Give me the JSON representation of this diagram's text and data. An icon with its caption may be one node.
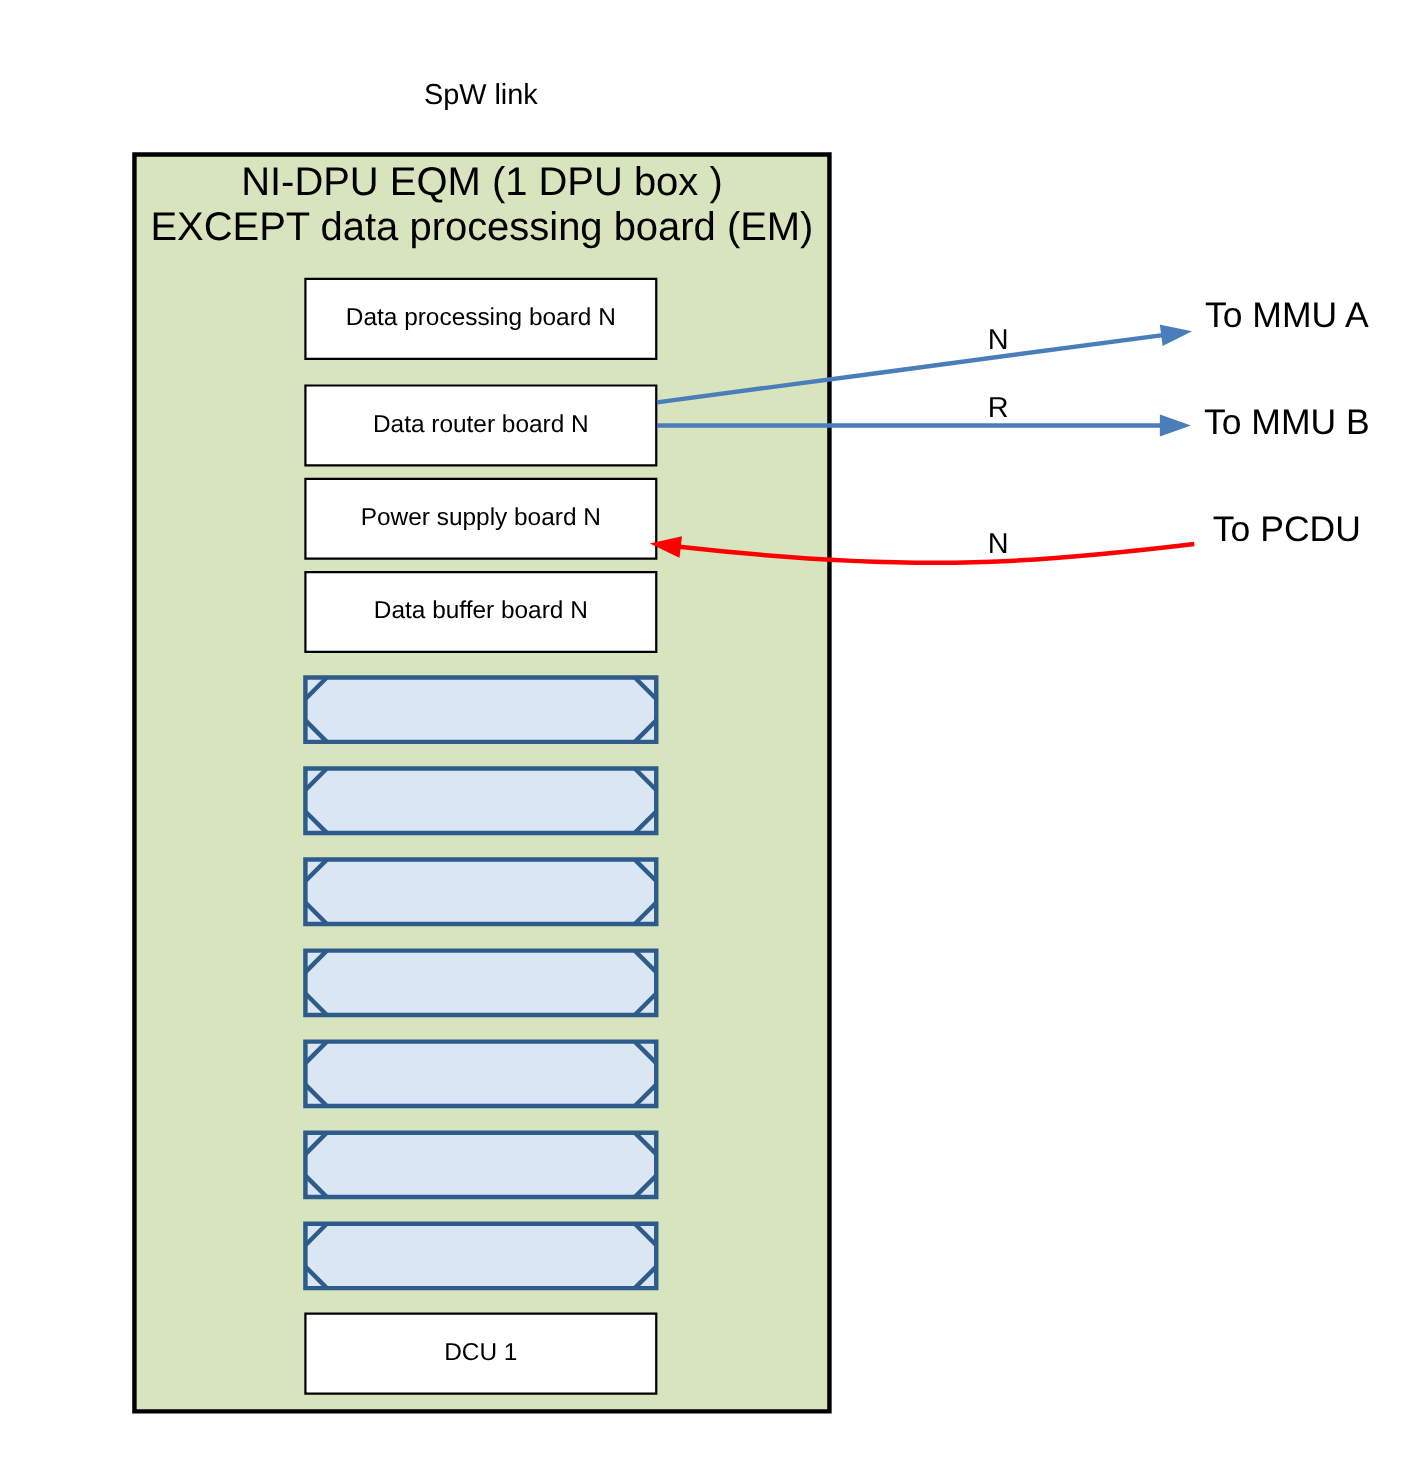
{
  "diagram": {
    "nodes": [
      {
        "text": [
          "NI-DPU EQM (1 DPU box )",
          "EXCEPT data processing board (EM)"
        ]
      },
      {
        "text": [
          "DCU 1"
        ],
        "in": 0
      },
      {
        "text": [],
        "shape": "box",
        "in": 0
      },
      {
        "text": [],
        "shape": "box",
        "in": 0
      },
      {
        "text": [],
        "shape": "box",
        "in": 0
      },
      {
        "text": [],
        "shape": "box",
        "in": 0
      },
      {
        "text": [],
        "shape": "box",
        "in": 0
      },
      {
        "text": [],
        "shape": "box",
        "in": 0
      },
      {
        "text": [],
        "shape": "box",
        "in": 0
      },
      {
        "text": [
          "Data buffer board N"
        ],
        "in": 0
      },
      {
        "text": [
          "Data router board N"
        ],
        "in": 0
      },
      {
        "text": [
          "Data processing board N"
        ],
        "in": 0
      },
      {
        "text": [
          "Power supply board N"
        ],
        "in": 0
      },
      {
        "text": [
          "To MMU A"
        ]
      },
      {
        "text": [
          "To MMU B"
        ]
      },
      {
        "text": [
          "To PCDU"
        ]
      }
    ],
    "edges": [
      {
        "from": 10,
        "to": 13,
        "arrow": "to",
        "label": "N",
        "color": "#4a7ebb"
      },
      {
        "from": 10,
        "to": 14,
        "arrow": "to",
        "label": "R",
        "color": "#4a7ebb"
      },
      {
        "from": 15,
        "to": 12,
        "arrow": "to",
        "label": "N",
        "color": "#ff0000"
      }
    ],
    "labels": [
      "SpW link"
    ]
  }
}
